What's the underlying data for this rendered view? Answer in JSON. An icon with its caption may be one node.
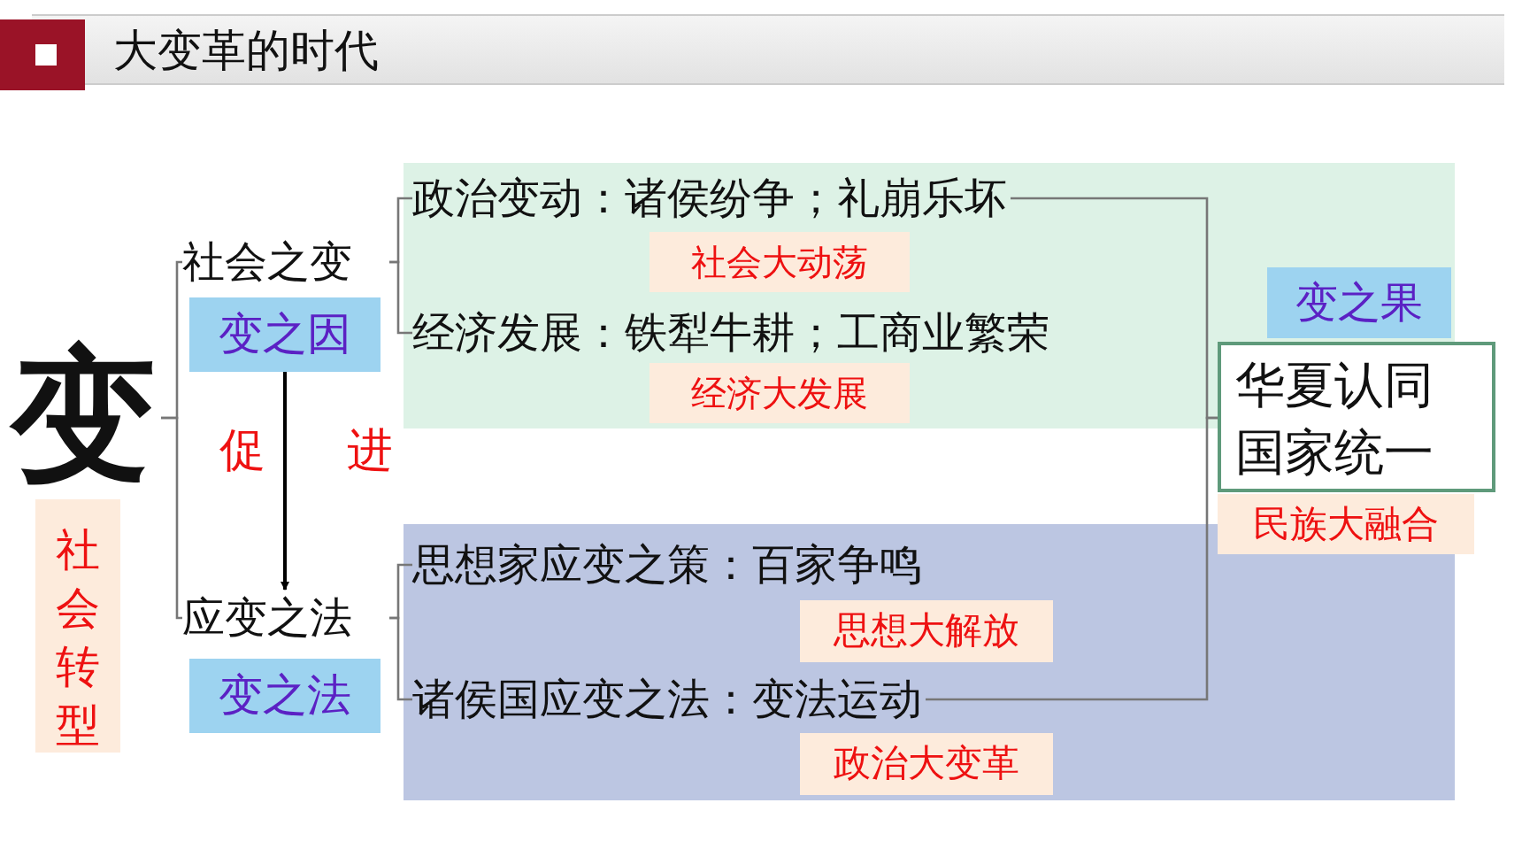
{
  "diagram": {
    "title": "大变革的时代",
    "nodes": [
      {
        "text": [
          "变"
        ]
      },
      {
        "text": [
          "社会转型"
        ]
      },
      {
        "text": [
          "社会之变"
        ]
      },
      {
        "text": [
          "变之因"
        ]
      },
      {
        "text": [
          "应变之法"
        ]
      },
      {
        "text": [
          "变之法"
        ]
      },
      {
        "text": [],
        "shape": "box"
      },
      {
        "text": [
          "政治变动：诸侯纷争；礼崩乐坏"
        ],
        "in": 6
      },
      {
        "text": [
          "社会大动荡"
        ],
        "in": 6
      },
      {
        "text": [
          "经济发展：铁犁牛耕；工商业繁荣"
        ],
        "in": 6
      },
      {
        "text": [
          "经济大发展"
        ],
        "in": 6
      },
      {
        "text": [],
        "shape": "box"
      },
      {
        "text": [
          "思想家应变之策：百家争鸣"
        ],
        "in": 11
      },
      {
        "text": [
          "思想大解放"
        ],
        "in": 11
      },
      {
        "text": [
          "诸侯国应变之法：变法运动"
        ],
        "in": 11
      },
      {
        "text": [
          "政治大变革"
        ],
        "in": 11
      },
      {
        "text": [
          "变之果"
        ],
        "in": 6
      },
      {
        "text": [
          "华夏认同",
          "国家统一"
        ]
      },
      {
        "text": [
          "民族大融合"
        ]
      }
    ],
    "edges": [
      {
        "from": 0,
        "to": 2,
        "arrow": "none"
      },
      {
        "from": 0,
        "to": 4,
        "arrow": "none"
      },
      {
        "from": 2,
        "to": 7,
        "arrow": "none"
      },
      {
        "from": 2,
        "to": 9,
        "arrow": "none"
      },
      {
        "from": 4,
        "to": 12,
        "arrow": "none"
      },
      {
        "from": 4,
        "to": 14,
        "arrow": "none"
      },
      {
        "from": 3,
        "to": 4,
        "arrow": "to",
        "label": "促进",
        "color": "#000000"
      },
      {
        "from": 7,
        "to": 17,
        "arrow": "none"
      },
      {
        "from": 14,
        "to": 17,
        "arrow": "none"
      }
    ]
  }
}
